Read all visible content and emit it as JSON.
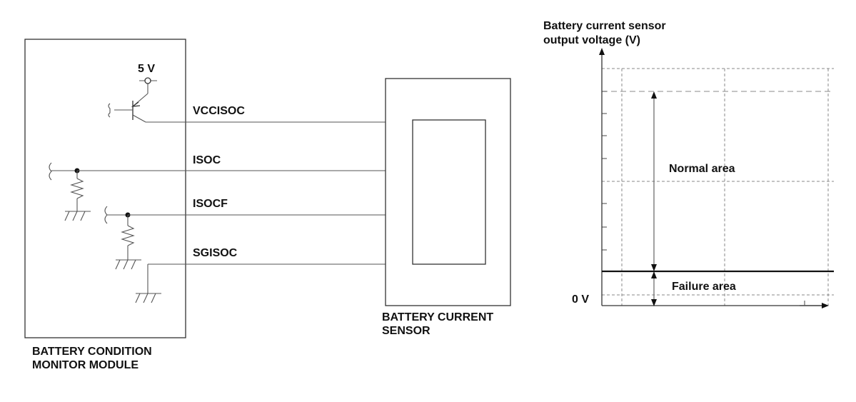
{
  "circuit": {
    "supply_label": "5 V",
    "signals": {
      "vcc": "VCCISOC",
      "isoc": "ISOC",
      "isocf": "ISOCF",
      "sgisoc": "SGISOC"
    },
    "monitor_module": {
      "line1": "BATTERY CONDITION",
      "line2": "MONITOR MODULE"
    },
    "sensor": {
      "line1": "BATTERY CURRENT",
      "line2": "SENSOR"
    }
  },
  "graph": {
    "ylabel_line1": "Battery current sensor",
    "ylabel_line2": "output voltage (V)",
    "zero_label": "0 V",
    "normal_area_label": "Normal area",
    "failure_area_label": "Failure area"
  }
}
